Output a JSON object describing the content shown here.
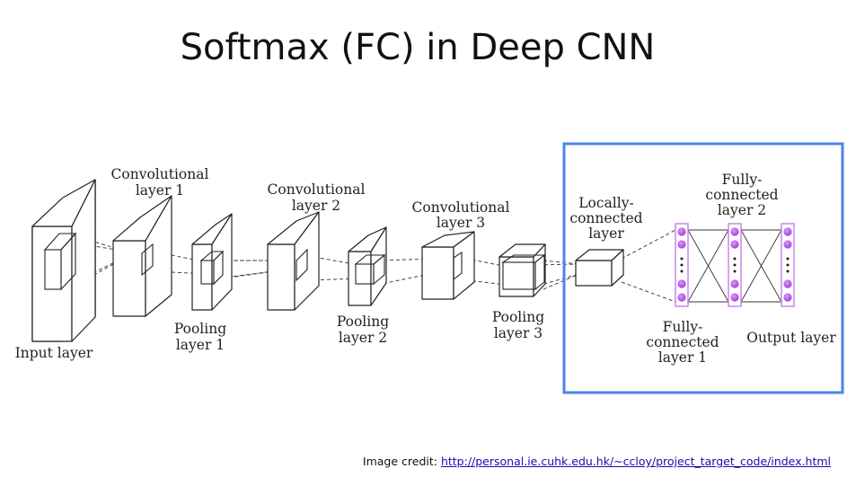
{
  "slide": {
    "title": "Softmax (FC) in Deep CNN"
  },
  "diagram": {
    "labels": {
      "input": "Input layer",
      "conv1": [
        "Convolutional",
        "layer 1"
      ],
      "pool1": [
        "Pooling",
        "layer 1"
      ],
      "conv2": [
        "Convolutional",
        "layer 2"
      ],
      "pool2": [
        "Pooling",
        "layer 2"
      ],
      "conv3": [
        "Convolutional",
        "layer 3"
      ],
      "pool3": [
        "Pooling",
        "layer 3"
      ],
      "local": [
        "Locally-",
        "connected",
        "layer"
      ],
      "fc1": [
        "Fully-",
        "connected",
        "layer 1"
      ],
      "fc2": [
        "Fully-",
        "connected",
        "layer 2"
      ],
      "output": "Output layer"
    },
    "highlight_color": "#4a86e8",
    "node_color": "#b84ee6",
    "column_border_color": "#c77ee8"
  },
  "credit": {
    "prefix": "Image credit:",
    "url": "http://personal.ie.cuhk.edu.hk/~ccloy/project_target_code/index.html"
  }
}
